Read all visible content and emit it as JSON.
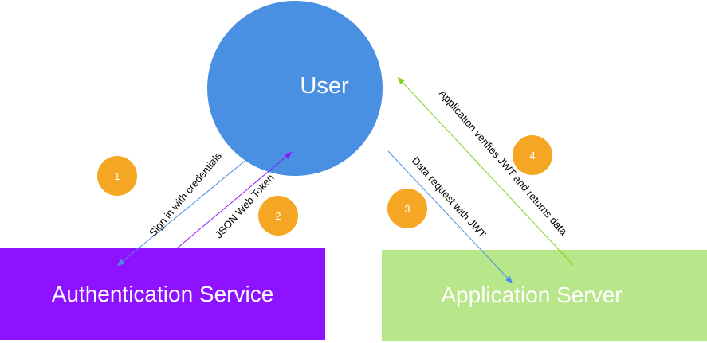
{
  "nodes": {
    "user": {
      "label": "User",
      "color": "#4a90e2"
    },
    "auth_service": {
      "label": "Authentication Service",
      "color": "#8e12ff"
    },
    "app_server": {
      "label": "Application Server",
      "color": "#b8e68a"
    }
  },
  "edges": [
    {
      "id": "sign-in",
      "label": "Sign in with credentials",
      "color": "#4a90e2",
      "step": "1"
    },
    {
      "id": "jwt",
      "label": "JSON Web Token",
      "color": "#9013fe",
      "step": "2"
    },
    {
      "id": "data-request",
      "label": "Data request with JWT",
      "color": "#4a90e2",
      "step": "3"
    },
    {
      "id": "verify",
      "label": "Application verifies JWT and returns data",
      "color": "#7ed321",
      "step": "4"
    }
  ],
  "step_badge_color": "#f5a623"
}
